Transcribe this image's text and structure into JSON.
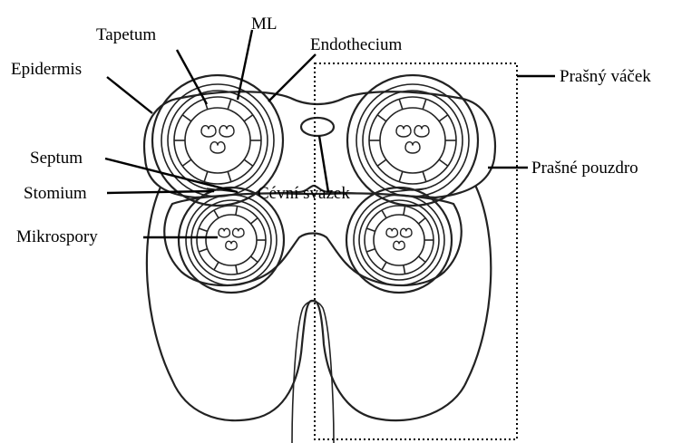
{
  "title": "",
  "labels": {
    "tapetum": "Tapetum",
    "ml": "ML",
    "endothecium": "Endothecium",
    "epidermis": "Epidermis",
    "prasny_vacek": "Prašný váček",
    "septum": "Septum",
    "stomium": "Stomium",
    "cevni_svazek": "Cévní svazek",
    "prasne_pouzdro": "Prašné pouzdro",
    "mikrospory": "Mikrospory"
  }
}
